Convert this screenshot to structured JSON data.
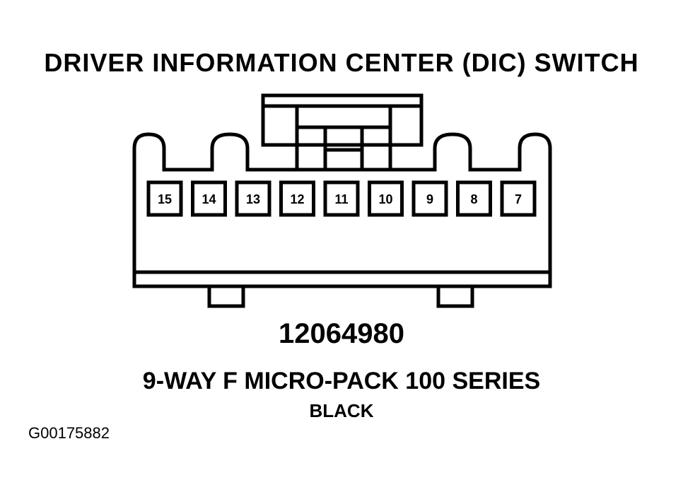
{
  "title": "DRIVER INFORMATION CENTER (DIC) SWITCH",
  "pins": [
    "15",
    "14",
    "13",
    "12",
    "11",
    "10",
    "9",
    "8",
    "7"
  ],
  "part_number": "12064980",
  "description": "9-WAY F MICRO-PACK 100 SERIES",
  "color": "BLACK",
  "figure_id": "G00175882"
}
